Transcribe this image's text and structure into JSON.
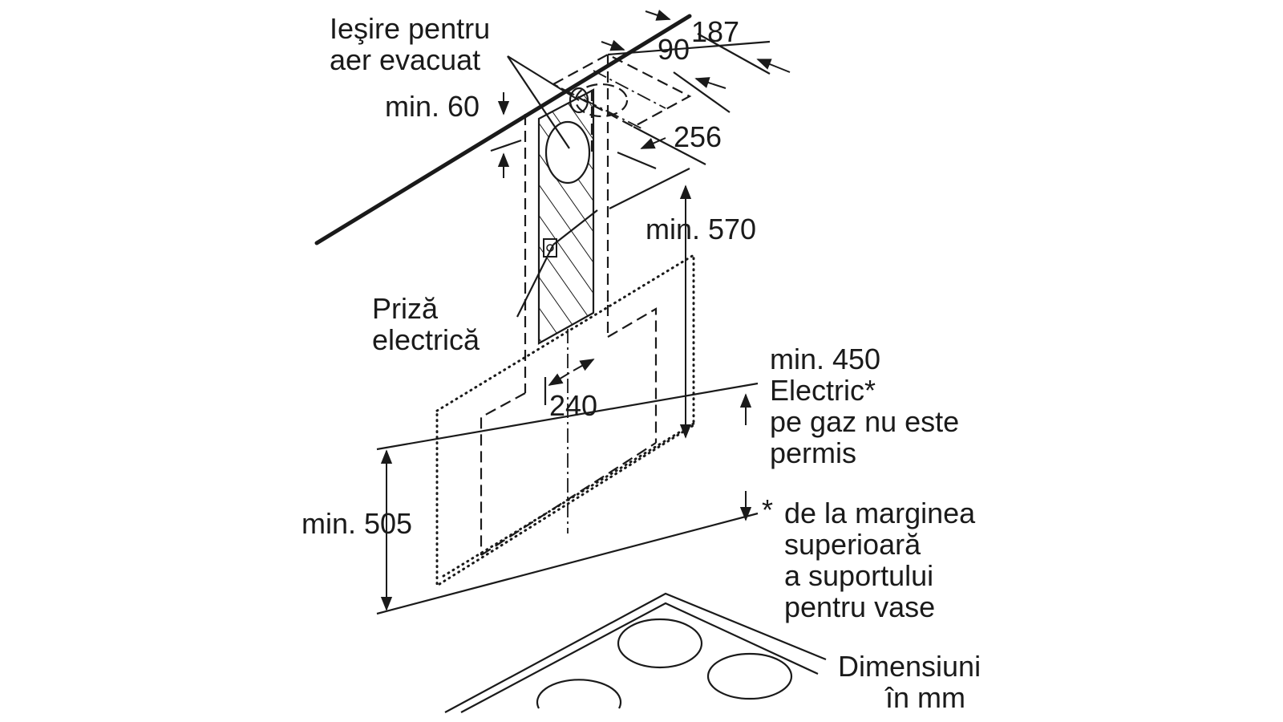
{
  "labels": {
    "exhaust_outlet_line1": "Ieşire pentru",
    "exhaust_outlet_line2": "aer evacuat",
    "dim_187": "187",
    "dim_90": "90",
    "dim_min60": "min. 60",
    "dim_256": "256",
    "dim_min570": "min. 570",
    "socket_line1": "Priză",
    "socket_line2": "electrică",
    "dim_240": "240",
    "electric_line1": "min. 450",
    "electric_line2": "Electric*",
    "electric_line3": "pe gaz nu este",
    "electric_line4": "permis",
    "dim_min505": "min. 505",
    "footnote_star": "*",
    "footnote_line1": "de la marginea",
    "footnote_line2": "superioară",
    "footnote_line3": "a suportului",
    "footnote_line4": "pentru vase",
    "units_line1": "Dimensiuni",
    "units_line2": "în mm"
  }
}
